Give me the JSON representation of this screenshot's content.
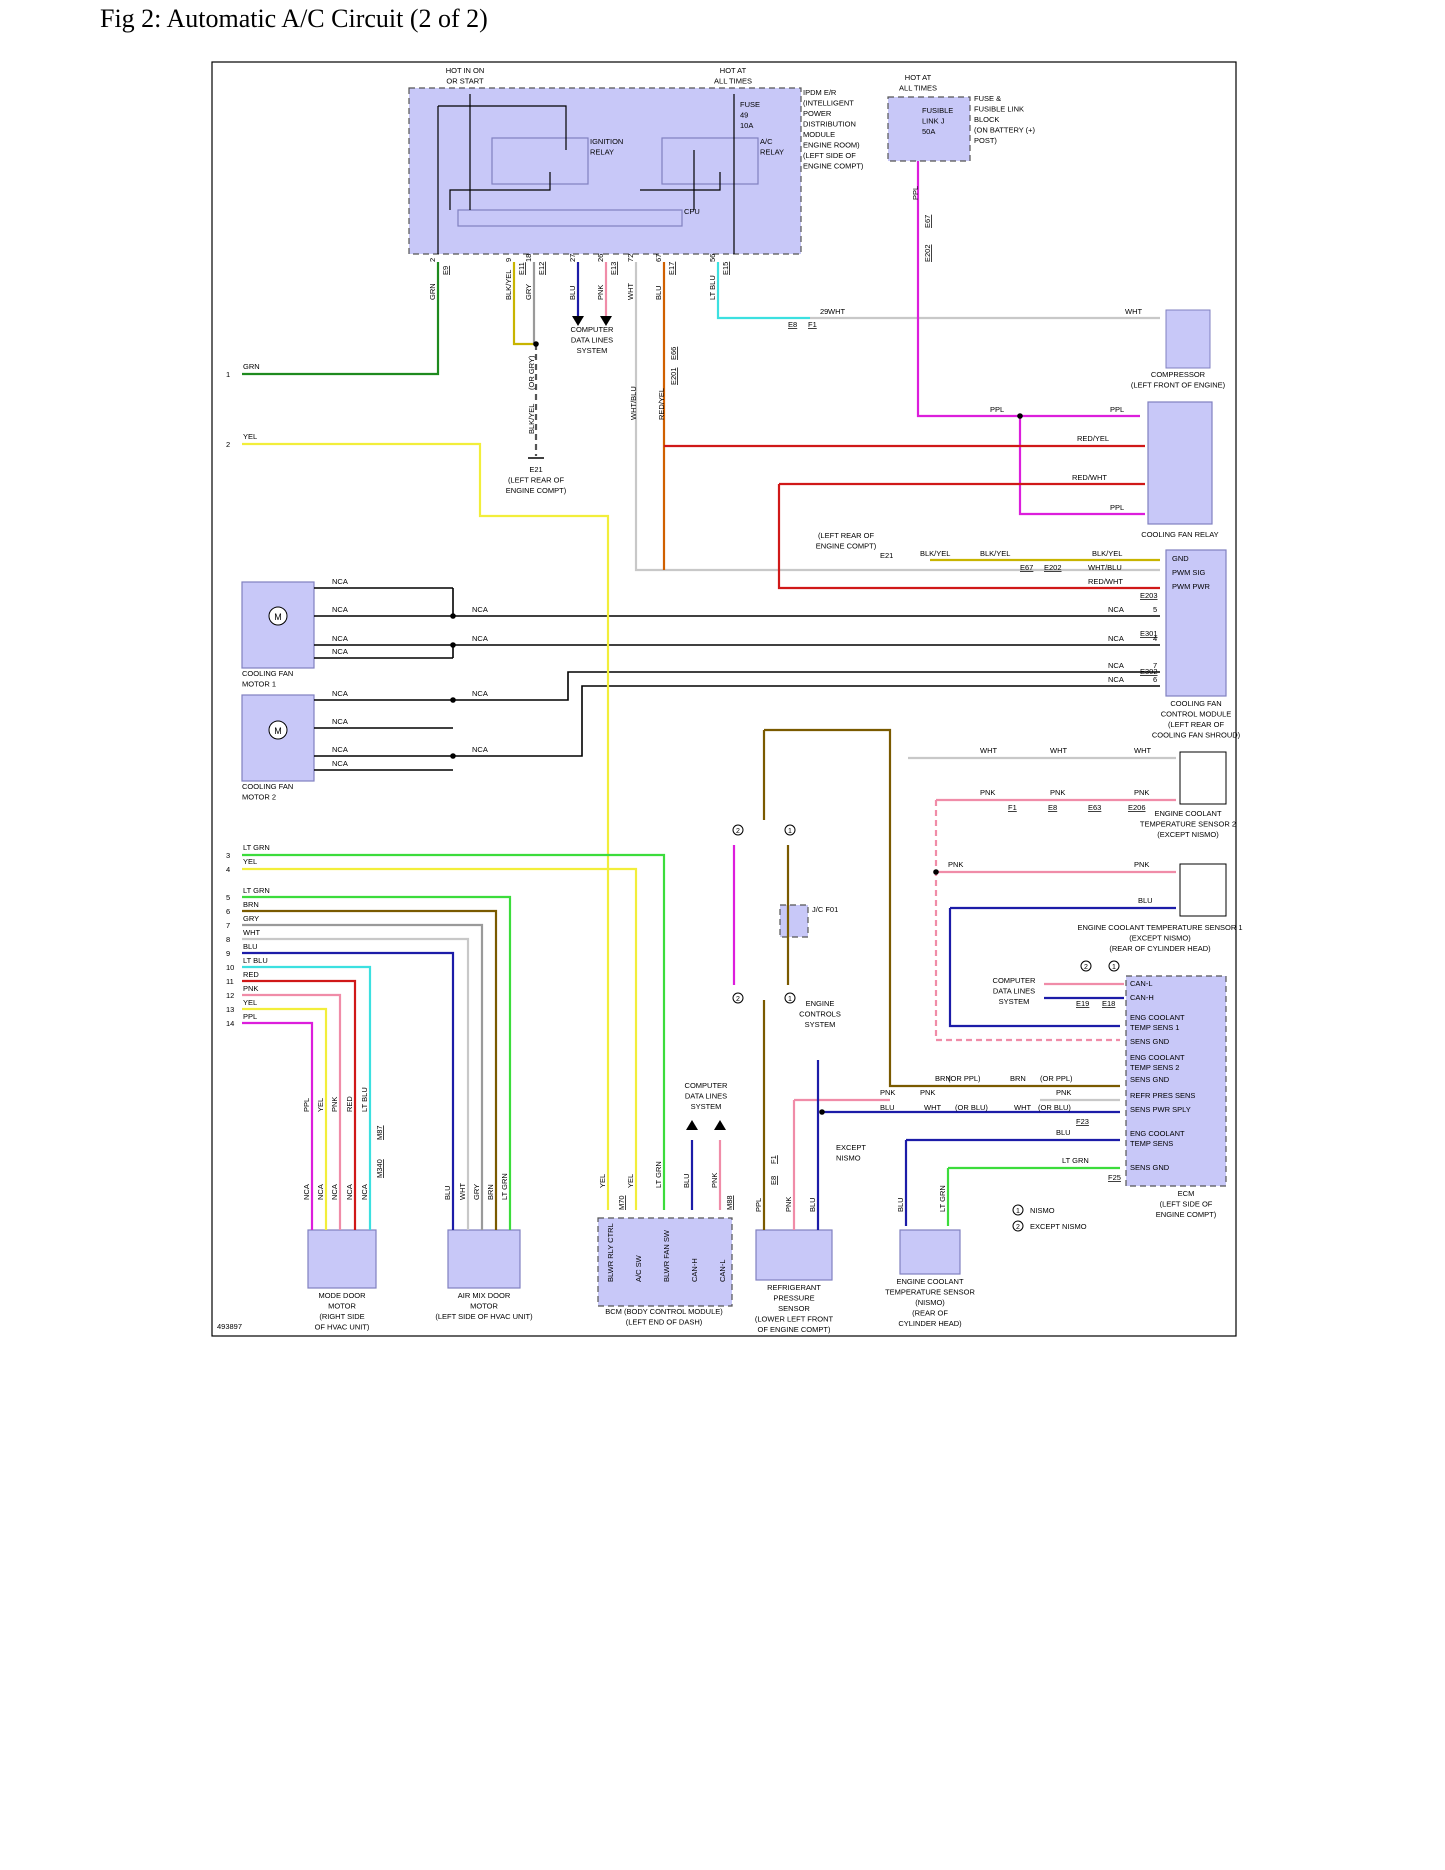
{
  "page": {
    "title": "Fig 2: Automatic A/C Circuit (2 of 2)",
    "figure_id": "493897"
  },
  "colors": {
    "GRN": "#1e8a1e",
    "YEL": "#f2ee3a",
    "LT GRN": "#3cdc3c",
    "BRN": "#7a5a00",
    "GRY": "#9a9a9a",
    "WHT": "#c8c8c8",
    "BLU": "#1c1ca8",
    "LT BLU": "#3ce0e0",
    "RED": "#d01818",
    "PNK": "#f08ca8",
    "PPL": "#dc1edc",
    "BLK": "#000000",
    "BLK/YEL": "#c8b400",
    "RED/YEL": "#d06000",
    "RED/WHT": "#d01818",
    "WHT/BLU": "#8080d0",
    "module_fill": "#c8c8f8",
    "module_stroke": "#8080c0"
  },
  "labels": {
    "hot_in_on": [
      "HOT IN ON",
      "OR START"
    ],
    "hot_at_all_times": [
      "HOT AT",
      "ALL TIMES"
    ],
    "hot_at_all_times_2": [
      "HOT AT",
      "ALL TIMES"
    ],
    "fuse_49": [
      "FUSE",
      "49",
      "10A"
    ],
    "fusible_link": [
      "FUSIBLE",
      "LINK J",
      "50A"
    ],
    "fusible_block": [
      "FUSE &",
      "FUSIBLE LINK",
      "BLOCK",
      "(ON BATTERY (+)",
      "POST)"
    ],
    "ipdm": [
      "IPDM E/R",
      "(INTELLIGENT",
      "POWER",
      "DISTRIBUTION",
      "MODULE",
      "ENGINE ROOM)",
      "(LEFT SIDE OF",
      "ENGINE COMPT)"
    ],
    "ignition_relay": [
      "IGNITION",
      "RELAY"
    ],
    "ac_relay": [
      "A/C",
      "RELAY"
    ],
    "cpu": "CPU",
    "computer_data_lines_1": [
      "COMPUTER",
      "DATA LINES",
      "SYSTEM"
    ],
    "computer_data_lines_2": [
      "COMPUTER",
      "DATA LINES",
      "SYSTEM"
    ],
    "computer_data_lines_3": [
      "COMPUTER",
      "DATA LINES",
      "SYSTEM"
    ],
    "ground_e21": [
      "E21",
      "(LEFT REAR OF",
      "ENGINE COMPT)"
    ],
    "ground_e21_b": [
      "(LEFT REAR OF",
      "ENGINE COMPT)"
    ],
    "compressor": [
      "COMPRESSOR",
      "(LEFT FRONT OF ENGINE)"
    ],
    "cooling_fan_relay": "COOLING FAN RELAY",
    "cooling_fan_module": [
      "COOLING FAN",
      "CONTROL MODULE",
      "(LEFT REAR OF",
      "COOLING FAN SHROUD)"
    ],
    "fan_module_pins": [
      "GND",
      "PWM SIG",
      "PWM PWR"
    ],
    "fan_motor_1": [
      "COOLING FAN",
      "MOTOR 1"
    ],
    "fan_motor_2": [
      "COOLING FAN",
      "MOTOR 2"
    ],
    "ect2": [
      "ENGINE COOLANT",
      "TEMPERATURE SENSOR 2",
      "(EXCEPT NISMO)"
    ],
    "ect1": [
      "ENGINE COOLANT TEMPERATURE SENSOR 1",
      "(EXCEPT NISMO)",
      "(REAR OF CYLINDER HEAD)"
    ],
    "jc_f01": "J/C F01",
    "engine_controls": [
      "ENGINE",
      "CONTROLS",
      "SYSTEM"
    ],
    "except_nismo": [
      "EXCEPT",
      "NISMO"
    ],
    "ecm": [
      "ECM",
      "(LEFT SIDE OF",
      "ENGINE COMPT)"
    ],
    "ecm_pins": [
      "CAN-L",
      "CAN-H",
      "ENG COOLANT",
      "TEMP SENS 1",
      "SENS GND",
      "ENG COOLANT",
      "TEMP SENS 2",
      "SENS GND",
      "REFR PRES SENS",
      "SENS PWR SPLY",
      "ENG COOLANT",
      "TEMP SENS",
      "SENS GND"
    ],
    "legend": [
      "NISMO",
      "EXCEPT NISMO"
    ],
    "mode_door": [
      "MODE DOOR",
      "MOTOR",
      "(RIGHT SIDE",
      "OF HVAC UNIT)"
    ],
    "air_mix": [
      "AIR MIX DOOR",
      "MOTOR",
      "(LEFT SIDE OF HVAC UNIT)"
    ],
    "bcm": [
      "BCM (BODY CONTROL MODULE)",
      "(LEFT END OF DASH)"
    ],
    "bcm_pins": [
      "BLWR RLY CTRL",
      "A/C SW",
      "BLWR FAN SW",
      "CAN-H",
      "CAN-L"
    ],
    "refrig": [
      "REFRIGERANT",
      "PRESSURE",
      "SENSOR",
      "(LOWER LEFT FRONT",
      "OF ENGINE COMPT)"
    ],
    "ect_nismo": [
      "ENGINE COOLANT",
      "TEMPERATURE SENSOR",
      "(NISMO)",
      "(REAR OF",
      "CYLINDER HEAD)"
    ],
    "connectors": [
      "E9",
      "E11",
      "E12",
      "E13",
      "E17",
      "E15",
      "E67",
      "E202",
      "E8",
      "F1",
      "E66",
      "E201",
      "E203",
      "E301",
      "E302",
      "F1",
      "E8",
      "E63",
      "E206",
      "E19",
      "E18",
      "F23",
      "F25",
      "E8",
      "F1",
      "M87",
      "M340",
      "M70",
      "M88",
      "F1",
      "E8"
    ],
    "nca": "NCA"
  },
  "offpage": [
    {
      "n": "1",
      "color": "GRN"
    },
    {
      "n": "2",
      "color": "YEL"
    },
    {
      "n": "3",
      "color": "LT GRN"
    },
    {
      "n": "4",
      "color": "YEL"
    },
    {
      "n": "5",
      "color": "LT GRN"
    },
    {
      "n": "6",
      "color": "BRN"
    },
    {
      "n": "7",
      "color": "GRY"
    },
    {
      "n": "8",
      "color": "WHT"
    },
    {
      "n": "9",
      "color": "BLU"
    },
    {
      "n": "10",
      "color": "LT BLU"
    },
    {
      "n": "11",
      "color": "RED"
    },
    {
      "n": "12",
      "color": "PNK"
    },
    {
      "n": "13",
      "color": "YEL"
    },
    {
      "n": "14",
      "color": "PPL"
    }
  ],
  "ipdm_pins": [
    {
      "pin": "2",
      "wire": "GRN",
      "conn": "E9"
    },
    {
      "pin": "9",
      "wire": "BLK/YEL",
      "conn": "E11"
    },
    {
      "pin": "18",
      "wire": "GRY",
      "conn": "E12"
    },
    {
      "pin": "27",
      "wire": "BLU",
      "conn": ""
    },
    {
      "pin": "26",
      "wire": "PNK",
      "conn": "E13"
    },
    {
      "pin": "72",
      "wire": "WHT",
      "conn": ""
    },
    {
      "pin": "67",
      "wire": "BLU",
      "conn": "E17"
    },
    {
      "pin": "56",
      "wire": "LT BLU",
      "conn": "E15"
    }
  ],
  "wire_labels": {
    "ppl": "PPL",
    "wht": "WHT",
    "red_yel": "RED/YEL",
    "red_wht": "RED/WHT",
    "blk_yel": "BLK/YEL",
    "wht_blu": "WHT/BLU",
    "or_gry": "(OR GRY)",
    "or_ppl": "(OR PPL)",
    "or_blu": "(OR BLU)",
    "pnk": "PNK",
    "blu": "BLU",
    "brn": "BRN",
    "lt_grn": "LT GRN",
    "grn": "GRN",
    "yel": "YEL",
    "gry": "GRY",
    "red": "RED",
    "lt_blu": "LT BLU"
  }
}
